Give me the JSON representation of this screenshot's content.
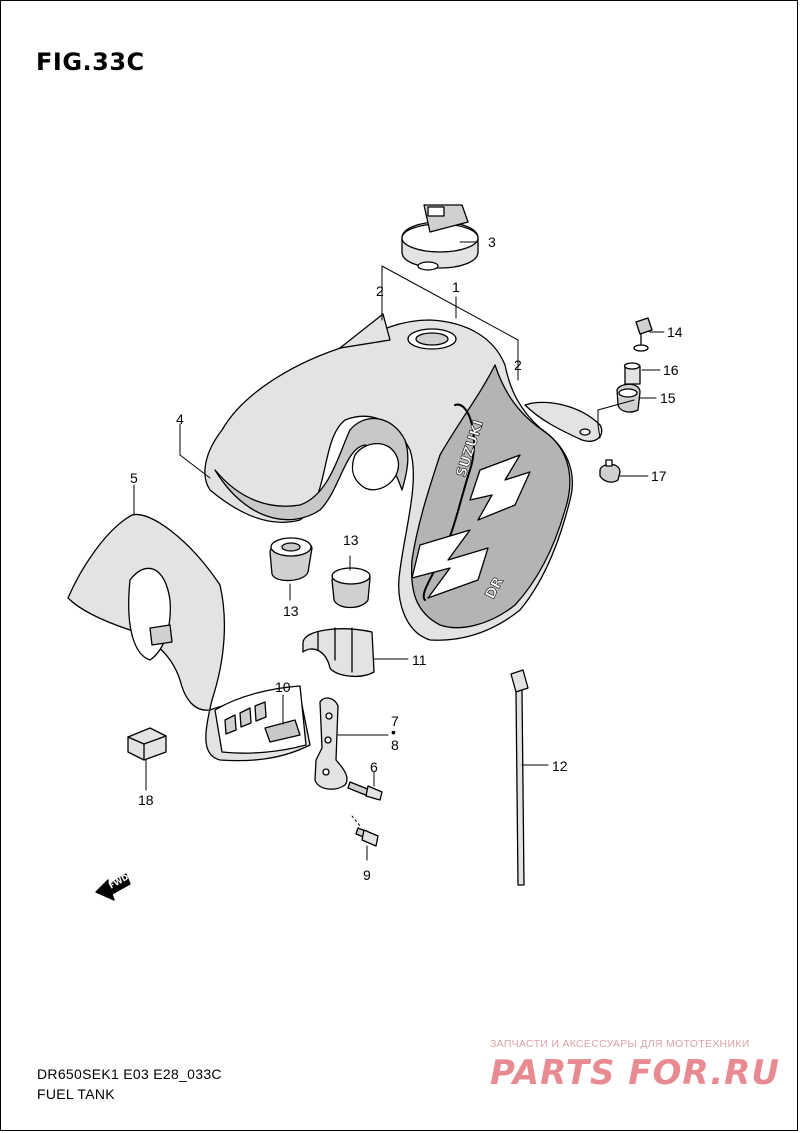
{
  "figure": {
    "title": "FIG.33C",
    "model_code": "DR650SEK1 E03 E28_033C",
    "caption": "FUEL TANK"
  },
  "callouts": {
    "c1": "1",
    "c2a": "2",
    "c2b": "2",
    "c3": "3",
    "c4": "4",
    "c5": "5",
    "c6": "6",
    "c7": "7",
    "c7dot": "•",
    "c8": "8",
    "c9": "9",
    "c10": "10",
    "c11": "11",
    "c12": "12",
    "c13a": "13",
    "c13b": "13",
    "c14": "14",
    "c15": "15",
    "c16": "16",
    "c17": "17",
    "c18": "18"
  },
  "tank_graphics": {
    "brand": "SUZUKI",
    "model_badge": "DR"
  },
  "fwd_arrow": {
    "label": "FWD"
  },
  "watermark": {
    "tagline": "ЗАПЧАСТИ И АКСЕССУАРЫ ДЛЯ МОТОТЕХНИКИ",
    "logo": "PARTS FOR.RU",
    "color": "#e0646e"
  },
  "colors": {
    "ink": "#000000",
    "paper": "#ffffff",
    "tank_body": "#e3e3e3",
    "tank_dark": "#b4b4b4"
  }
}
